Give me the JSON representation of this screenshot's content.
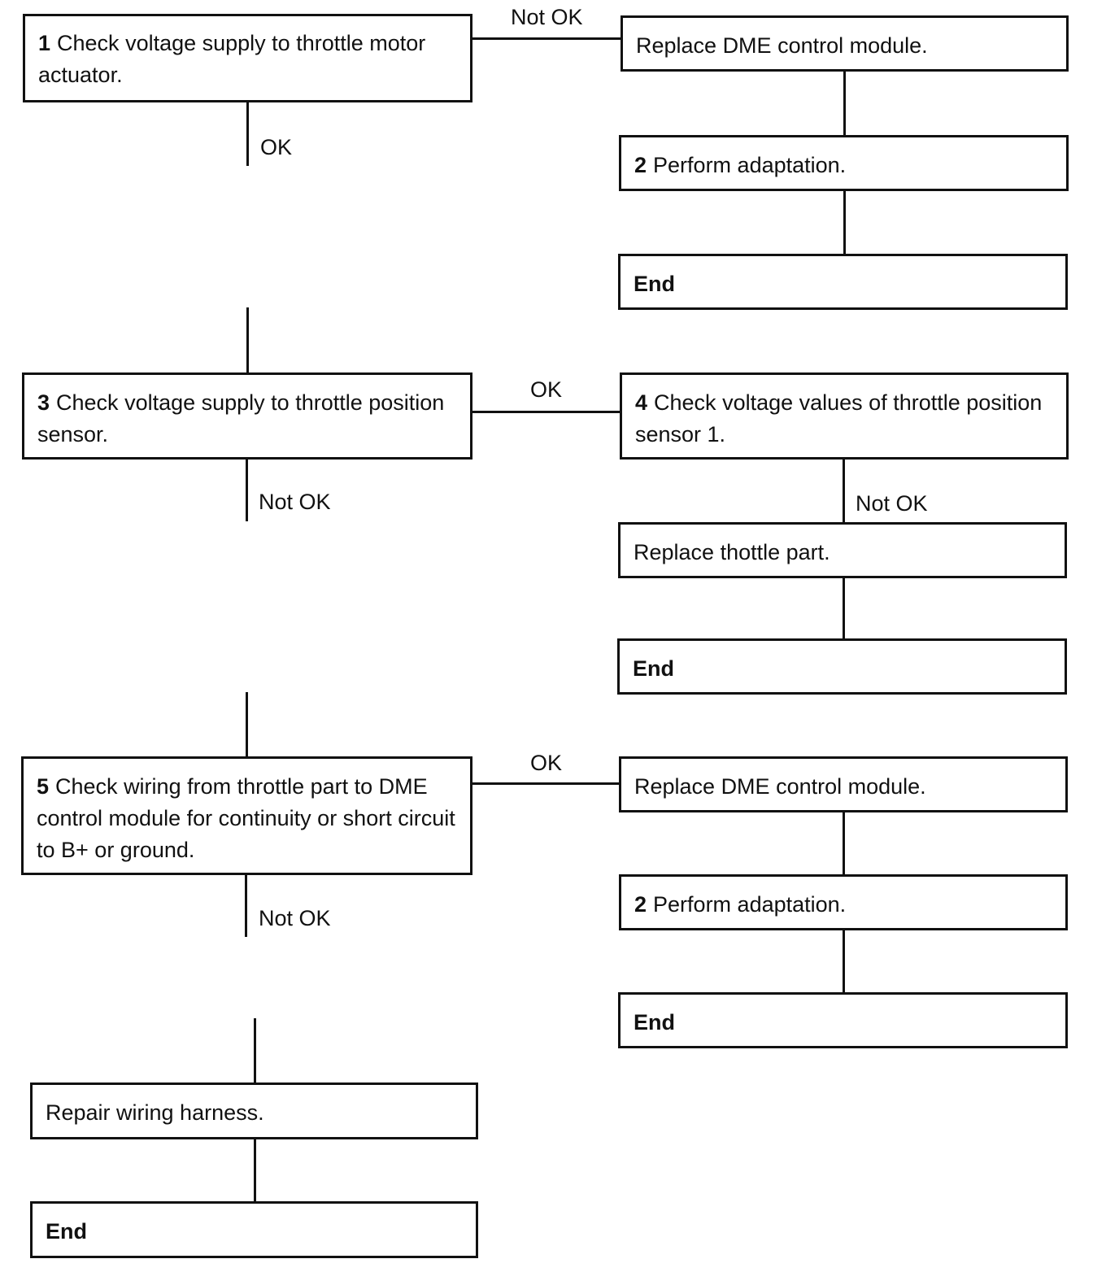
{
  "flowchart": {
    "step1": {
      "number": "1",
      "text": "Check voltage supply to throttle motor actuator."
    },
    "replace_dme_1": {
      "text": "Replace DME control module."
    },
    "adapt_1": {
      "number": "2",
      "text": "Perform adaptation."
    },
    "end_1": {
      "text": "End"
    },
    "step3": {
      "number": "3",
      "text": "Check voltage supply to throttle position sensor."
    },
    "step4": {
      "number": "4",
      "text": "Check voltage values of throttle position sensor 1."
    },
    "replace_throttle": {
      "text": "Replace thottle part."
    },
    "end_2": {
      "text": "End"
    },
    "step5": {
      "number": "5",
      "text": "Check wiring from throttle part to DME control module for continuity or short circuit to B+ or ground."
    },
    "replace_dme_2": {
      "text": "Replace DME control module."
    },
    "adapt_2": {
      "number": "2",
      "text": "Perform adaptation."
    },
    "end_3": {
      "text": "End"
    },
    "repair_wiring": {
      "text": "Repair wiring harness."
    },
    "end_4": {
      "text": "End"
    },
    "labels": {
      "step1_not_ok": "Not OK",
      "step1_ok": "OK",
      "step3_ok": "OK",
      "step3_not_ok": "Not OK",
      "step4_not_ok": "Not OK",
      "step5_ok": "OK",
      "step5_not_ok": "Not OK"
    }
  }
}
